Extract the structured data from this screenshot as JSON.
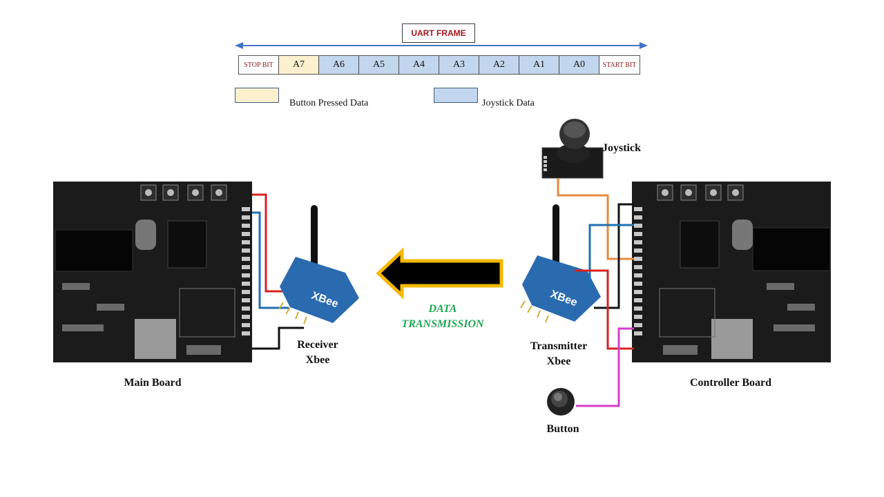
{
  "uart_frame": {
    "title": "UART FRAME",
    "bits": [
      {
        "label": "STOP BIT",
        "kind": "ctrl"
      },
      {
        "label": "A7",
        "kind": "button"
      },
      {
        "label": "A6",
        "kind": "joystick"
      },
      {
        "label": "A5",
        "kind": "joystick"
      },
      {
        "label": "A4",
        "kind": "joystick"
      },
      {
        "label": "A3",
        "kind": "joystick"
      },
      {
        "label": "A2",
        "kind": "joystick"
      },
      {
        "label": "A1",
        "kind": "joystick"
      },
      {
        "label": "A0",
        "kind": "joystick"
      },
      {
        "label": "START BIT",
        "kind": "ctrl"
      }
    ],
    "colors": {
      "button": "#fdf0cf",
      "joystick": "#c2d6ee",
      "ctrl_text": "#8b1a1a",
      "arrow": "#4472c4"
    }
  },
  "legend": {
    "button_pressed": "Button Pressed Data",
    "joystick": "Joystick Data"
  },
  "labels": {
    "main_board": "Main Board",
    "controller_board": "Controller Board",
    "receiver_line1": "Receiver",
    "receiver_line2": "Xbee",
    "transmitter_line1": "Transmitter",
    "transmitter_line2": "Xbee",
    "joystick": "Joystick",
    "button": "Button",
    "data_line1": "DATA",
    "data_line2": "TRANSMISSION"
  },
  "wire_colors": {
    "red": "#d62020",
    "blue": "#1f6fb2",
    "black": "#111111",
    "orange": "#e8893a",
    "magenta": "#d63ccf"
  },
  "arrow_colors": {
    "fill": "#000000",
    "outline": "#f5b800"
  }
}
